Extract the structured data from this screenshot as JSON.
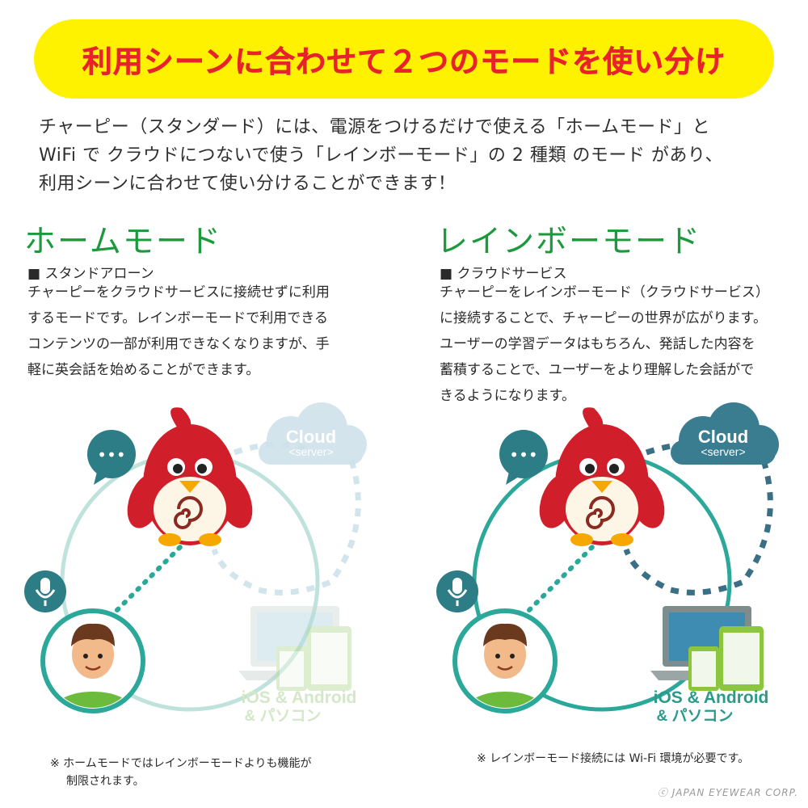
{
  "banner": {
    "title": "利用シーンに合わせて２つのモードを使い分け"
  },
  "intro": {
    "lines": [
      "チャーピー（スタンダード）には、電源をつけるだけで使える「ホームモード」と",
      "WiFi で クラウドにつないで使う「レインボーモード」の 2 種類 のモード があり、",
      "利用シーンに合わせて使い分けることができます！"
    ]
  },
  "home_mode": {
    "title": "ホームモード",
    "subtitle": "■ スタンドアローン",
    "body": [
      "チャーピーをクラウドサービスに接続せずに利用",
      "するモードです。レインボーモードで利用できる",
      "コンテンツの一部が利用できなくなりますが、手",
      "軽に英会話を始めることができます。"
    ],
    "diagram": {
      "cloud_label_1": "Cloud",
      "cloud_label_2": "<server>",
      "device_label_1": "iOS & Android",
      "device_label_2": "& パソコン",
      "chat_dots": "•••",
      "colors": {
        "ring": "#bfe3dc",
        "cloud": "#cfe2ea",
        "dash": "#cfe2ea",
        "bubble": "#2c7d86",
        "device": "#d6e7c9"
      }
    },
    "note": [
      "※ ホームモードではレインボーモードよりも機能が",
      "制限されます。"
    ]
  },
  "rainbow_mode": {
    "title": "レインボーモード",
    "subtitle": "■ クラウドサービス",
    "body": [
      "チャーピーをレインボーモード（クラウドサービス）",
      "に接続することで、チャーピーの世界が広がります。",
      "ユーザーの学習データはもちろん、発話した内容を",
      "蓄積することで、ユーザーをより理解した会話がで",
      "きるようになります。"
    ],
    "diagram": {
      "cloud_label_1": "Cloud",
      "cloud_label_2": "<server>",
      "device_label_1": "iOS & Android",
      "device_label_2": "& パソコン",
      "chat_dots": "•••",
      "colors": {
        "ring": "#2ba89a",
        "cloud": "#3a7d90",
        "dash": "#3a6f86",
        "bubble": "#2c7d86",
        "device": "#8cc63f"
      }
    },
    "note": [
      "※ レインボーモード接続には Wi-Fi 環境が必要です。"
    ]
  },
  "footer": {
    "copyright": "ⓒ JAPAN EYEWEAR CORP."
  }
}
